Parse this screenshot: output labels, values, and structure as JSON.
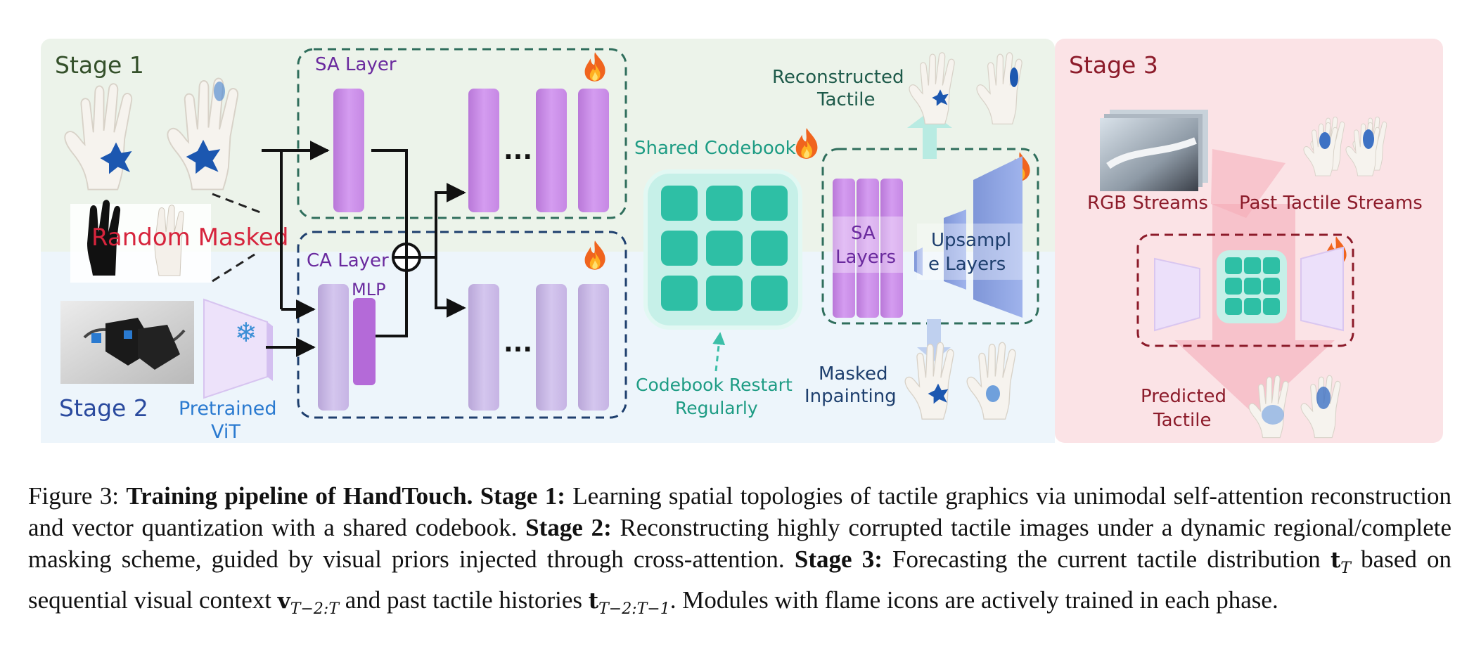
{
  "figure": {
    "stage1_label": "Stage 1",
    "stage2_label": "Stage 2",
    "stage3_label": "Stage 3",
    "sa_layer_label": "SA Layer",
    "ca_layer_label": "CA Layer",
    "mlp_label": "MLP",
    "random_masked_label": "Random Masked",
    "pretrained_vit_line1": "Pretrained",
    "pretrained_vit_line2": "ViT",
    "shared_codebook_label": "Shared Codebook",
    "codebook_restart_line1": "Codebook Restart",
    "codebook_restart_line2": "Regularly",
    "reconstructed_line1": "Reconstructed",
    "reconstructed_line2": "Tactile",
    "sa_layers_line1": "SA",
    "sa_layers_line2": "Layers",
    "upsample_line1": "Upsampl",
    "upsample_line2": "e Layers",
    "masked_line1": "Masked",
    "masked_line2": "Inpainting",
    "rgb_streams_label": "RGB Streams",
    "past_tactile_label": "Past Tactile Streams",
    "predicted_line1": "Predicted",
    "predicted_line2": "Tactile",
    "ellipsis": "...",
    "snowflake": "❄",
    "icons": [
      "flame-icon",
      "snowflake-icon",
      "hand-icon",
      "plus-circle-icon"
    ],
    "colors": {
      "stage1_bg": "#ecf3ea",
      "stage2_bg": "#edf5fb",
      "stage3_bg": "#fbe3e6",
      "layer_purple": "#cf95e8",
      "layer_lavender": "#cdb7e6",
      "codebook_teal": "#2ebfa5",
      "upsample_blue": "#94a8e6",
      "title_stage1": "#34502a",
      "title_stage2": "#2a4a9e",
      "title_stage3": "#8c1b2a",
      "random_masked": "#d6243c"
    }
  },
  "caption": {
    "figure_num": "Figure 3:",
    "title_bold": "Training pipeline of HandTouch.",
    "s1_bold": "Stage 1:",
    "s1_text": "Learning spatial topologies of tactile graphics via unimodal self-attention reconstruction and vector quantization with a shared codebook.",
    "s2_bold": "Stage 2:",
    "s2_text": "Reconstructing highly corrupted tactile images under a dynamic regional/complete masking scheme, guided by visual priors injected through cross-attention.",
    "s3_bold": "Stage 3:",
    "s3_text_a": "Forecasting the current tactile distribution",
    "math_t": "t",
    "math_t_sub": "T",
    "s3_text_b": "based on sequential visual context",
    "math_v": "v",
    "math_v_sub": "T−2:T",
    "s3_text_c": "and past tactile histories",
    "math_t2": "t",
    "math_t2_sub": "T−2:T−1",
    "s3_text_d": ". Modules with flame icons are actively trained in each phase."
  }
}
